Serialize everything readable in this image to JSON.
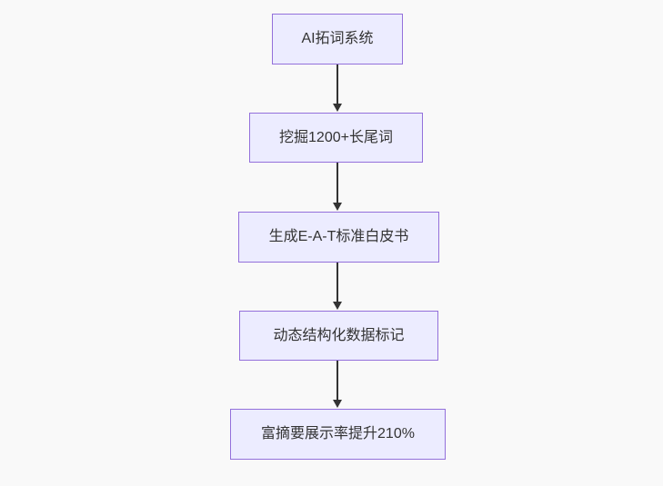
{
  "diagram": {
    "type": "flowchart",
    "direction": "top-down",
    "colors": {
      "bg": "#f9f9f9",
      "node-fill": "#ECECFF",
      "node-border": "#9370DB",
      "text": "#333333",
      "arrow": "#333333"
    },
    "nodes": [
      {
        "id": "A",
        "label": "AI拓词系统"
      },
      {
        "id": "B",
        "label": "挖掘1200+长尾词"
      },
      {
        "id": "C",
        "label": "生成E-A-T标准白皮书"
      },
      {
        "id": "D",
        "label": "动态结构化数据标记"
      },
      {
        "id": "E",
        "label": "富摘要展示率提升210%"
      }
    ],
    "edges": [
      {
        "from": "A",
        "to": "B"
      },
      {
        "from": "B",
        "to": "C"
      },
      {
        "from": "C",
        "to": "D"
      },
      {
        "from": "D",
        "to": "E"
      }
    ]
  }
}
